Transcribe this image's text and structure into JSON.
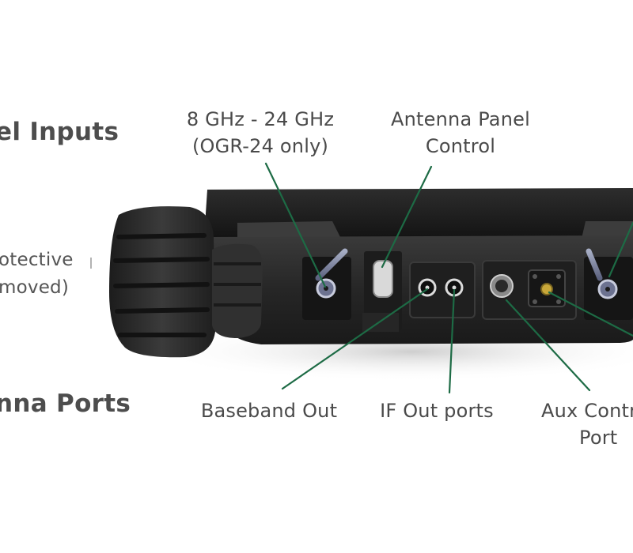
{
  "labels": {
    "heading_inputs": "el Inputs",
    "heading_ports": "nna Ports",
    "protective_line1": "otective",
    "protective_line2": "moved)",
    "freq_line1": "8 GHz - 24 GHz",
    "freq_line2": "(OGR-24 only)",
    "antenna_line1": "Antenna Panel",
    "antenna_line2": "Control",
    "baseband": "Baseband Out",
    "if_out": "IF Out ports",
    "aux_line1": "Aux Contr",
    "aux_line2": "Port"
  },
  "colors": {
    "callout_line": "#1d6b45",
    "text": "#4a4a4a",
    "device_body": "#2a2a2a"
  }
}
